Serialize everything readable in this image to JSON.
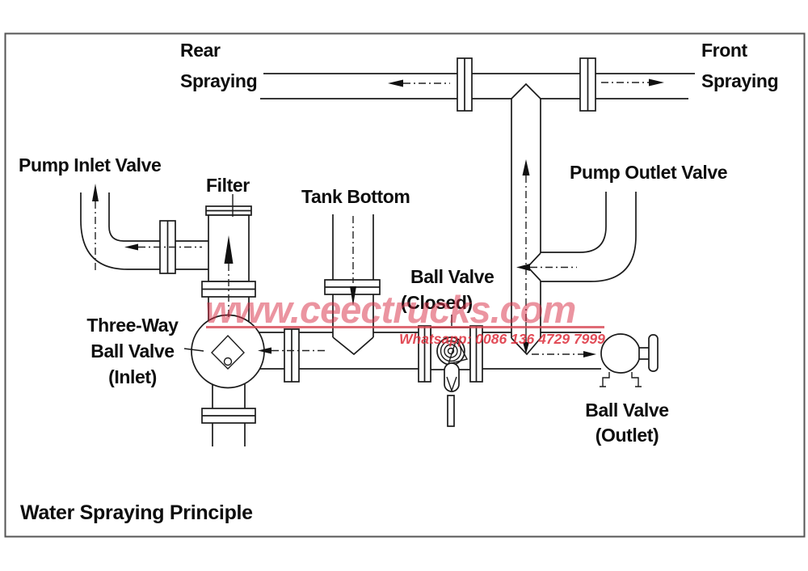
{
  "title": "Water Spraying Principle",
  "labels": {
    "rear_spraying": [
      "Rear",
      "Spraying"
    ],
    "front_spraying": [
      "Front",
      "Spraying"
    ],
    "pump_inlet_valve": "Pump Inlet Valve",
    "filter": "Filter",
    "tank_bottom": "Tank Bottom",
    "pump_outlet_valve": "Pump Outlet Valve",
    "ball_valve_closed": [
      "Ball Valve",
      "(Closed)"
    ],
    "three_way_ball_valve_inlet": [
      "Three-Way",
      "Ball Valve",
      "(Inlet)"
    ],
    "ball_valve_outlet": [
      "Ball Valve",
      "(Outlet)"
    ]
  },
  "watermark": {
    "site": "www.ceectrucks.com",
    "phone": "Whatsapp: 0086 136 4729 7999",
    "site_color": "#d92c44",
    "phone_color": "#dd2e3c"
  },
  "colors": {
    "line": "#1b1b1b",
    "background": "#ffffff",
    "border": "#555555"
  }
}
